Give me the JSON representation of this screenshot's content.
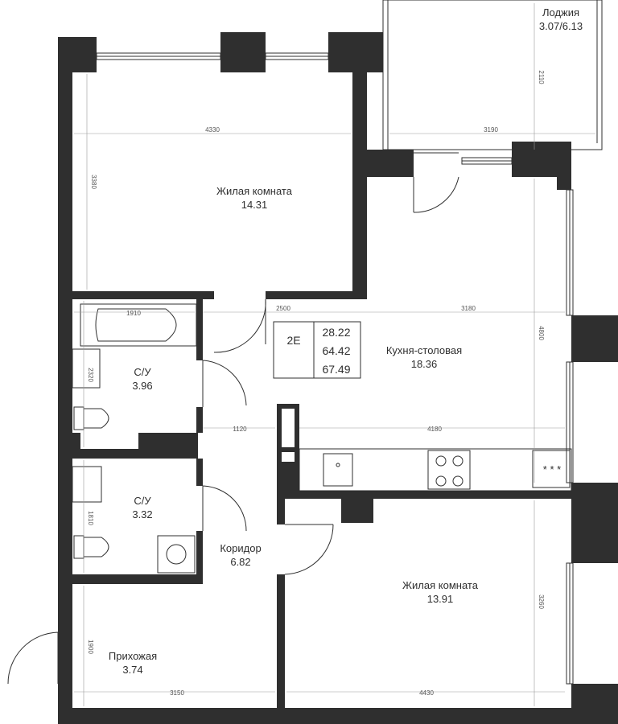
{
  "apartment": {
    "code": "2E",
    "areas": [
      "28.22",
      "64.42",
      "67.49"
    ]
  },
  "rooms": {
    "living_room_1": {
      "name": "Жилая комната",
      "area": "14.31"
    },
    "loggia": {
      "name": "Лоджия",
      "area": "3.07/6.13"
    },
    "kitchen_dining": {
      "name": "Кухня-столовая",
      "area": "18.36"
    },
    "bathroom_1": {
      "name": "С/У",
      "area": "3.96"
    },
    "bathroom_2": {
      "name": "С/У",
      "area": "3.32"
    },
    "corridor": {
      "name": "Коридор",
      "area": "6.82"
    },
    "living_room_2": {
      "name": "Жилая комната",
      "area": "13.91"
    },
    "hallway": {
      "name": "Прихожая",
      "area": "3.74"
    }
  },
  "dimensions": {
    "living1_width": "4330",
    "living1_height": "3380",
    "loggia_width": "3190",
    "loggia_height": "2110",
    "bath1_width": "1910",
    "bath1_height": "2320",
    "kitchen_width_a": "2500",
    "kitchen_width_b": "3180",
    "kitchen_height": "4800",
    "corridor_width": "1120",
    "kitchen_width_c": "4180",
    "bath2_height": "1810",
    "living2_height": "3260",
    "hallway_height": "1900",
    "hallway_width": "3150",
    "living2_width": "4430"
  },
  "fridge_mark": "* * *"
}
